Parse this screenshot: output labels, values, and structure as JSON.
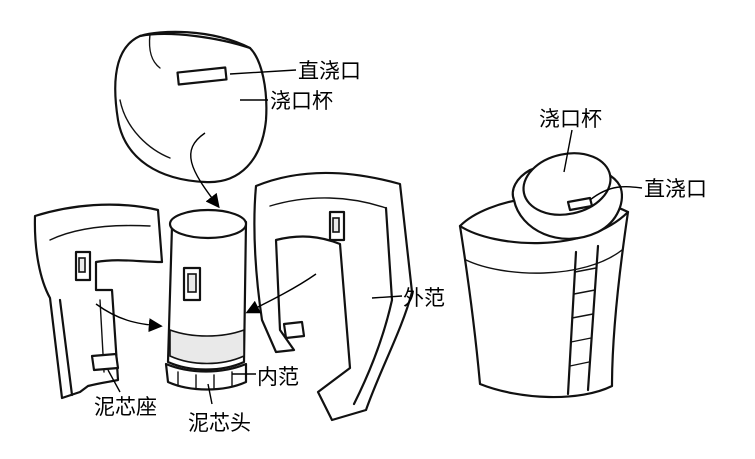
{
  "labels": {
    "sprue_top": "直浇口",
    "cup_top": "浇口杯",
    "outer_mold": "外范",
    "inner_mold": "内范",
    "core_seat": "泥芯座",
    "core_head": "泥芯头",
    "cup_right": "浇口杯",
    "sprue_right": "直浇口"
  },
  "colors": {
    "ink": "#111111",
    "background": "#ffffff"
  }
}
